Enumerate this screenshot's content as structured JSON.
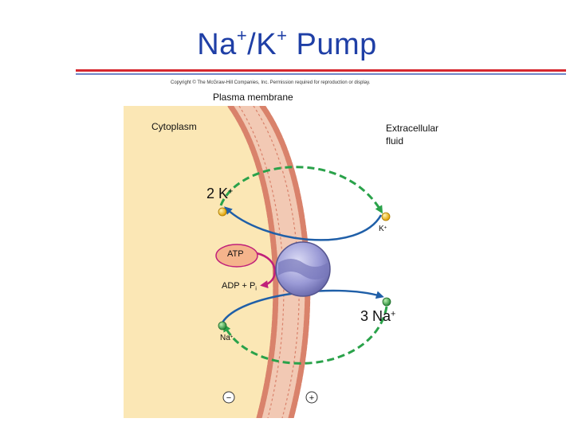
{
  "title": {
    "base": "Na",
    "mid": "/K",
    "end": " Pump",
    "sup": "+"
  },
  "copyright": "Copyright © The McGraw-Hill Companies, Inc. Permission required for reproduction or display.",
  "labels": {
    "plasma_membrane": "Plasma membrane",
    "cytoplasm": "Cytoplasm",
    "extracellular": "Extracellular fluid",
    "k2": "2 K",
    "k": "K",
    "atp": "ATP",
    "adp": "ADP  +  P",
    "adp_sub": "i",
    "na3": "3 Na",
    "na": "Na",
    "plus": "+",
    "minus": "−"
  },
  "colors": {
    "cytoplasm": "#fbe7b5",
    "membrane": "#e9a98d",
    "lipid_head": "#d9826b",
    "pump": "#8f8fcf",
    "arrow_blue": "#1f5fa8",
    "arrow_green": "#2aa24a",
    "atp_fill": "#f5b48c",
    "atp_arrow": "#c0207a",
    "potassium": "#f3b400",
    "sodium": "#3aa84b"
  }
}
